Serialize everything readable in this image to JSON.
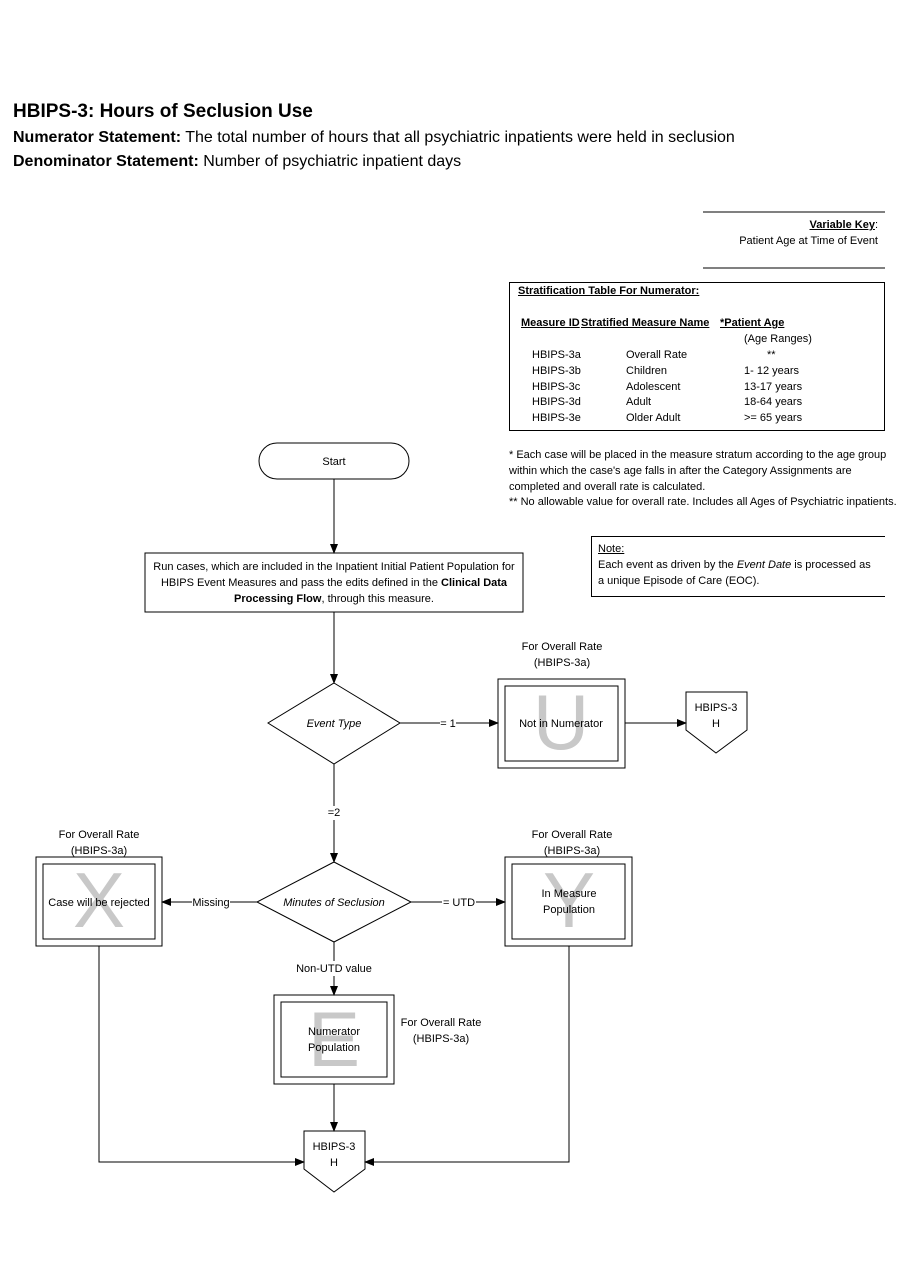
{
  "header": {
    "title": "HBIPS-3:  Hours of Seclusion Use",
    "numerator_label": "Numerator Statement:",
    "numerator_text": "The total number of hours that all psychiatric inpatients were held in seclusion",
    "denominator_label": "Denominator Statement:",
    "denominator_text": "Number of psychiatric inpatient days"
  },
  "variable_key": {
    "title": "Variable Key",
    "item": "Patient Age at Time of Event"
  },
  "stratification": {
    "title": "Stratification Table For Numerator:",
    "col_id": "Measure ID",
    "col_name": "Stratified Measure Name",
    "col_age": "*Patient Age",
    "col_age_sub": "(Age Ranges)",
    "rows": [
      {
        "id": "HBIPS-3a",
        "name": "Overall Rate",
        "age": "**"
      },
      {
        "id": "HBIPS-3b",
        "name": "Children",
        "age": "1- 12 years"
      },
      {
        "id": "HBIPS-3c",
        "name": "Adolescent",
        "age": "13-17 years"
      },
      {
        "id": "HBIPS-3d",
        "name": "Adult",
        "age": "18-64 years"
      },
      {
        "id": "HBIPS-3e",
        "name": "Older Adult",
        "age": ">= 65 years"
      }
    ]
  },
  "footnotes": {
    "line1": "* Each case will be placed in the measure stratum  according to the  age group",
    "line2": "within which the case's age falls in after the Category  Assignments are",
    "line3": "completed and overall rate is calculated.",
    "line4": "** No allowable value for overall rate. Includes all Ages of Psychiatric inpatients."
  },
  "note": {
    "title": "Note:",
    "line1_pre": "Each event as driven by the ",
    "line1_em": "Event Date",
    "line1_post": " is processed as",
    "line2": "a unique Episode of Care (EOC)."
  },
  "flow": {
    "start": "Start",
    "run_line1": "Run cases, which are included in the  Inpatient Initial Patient Population for",
    "run_line2a": "HBIPS Event Measures and pass the edits defined in the ",
    "run_line2b": "Clinical Data",
    "run_line3a": "Processing Flow",
    "run_line3b": ", through this measure.",
    "event_type": "Event Type",
    "eq1": "= 1",
    "eq2": "=2",
    "overall_line1": "For Overall Rate",
    "overall_line2": "(HBIPS-3a)",
    "not_numerator": "Not in Numerator",
    "letter_u": "U",
    "letter_x": "X",
    "letter_y": "Y",
    "letter_e": "E",
    "conn_line1": "HBIPS-3",
    "conn_line2": "H",
    "minutes": "Minutes of Seclusion",
    "missing": "Missing",
    "utd": "= UTD",
    "non_utd": "Non-UTD value",
    "rejected": "Case will be rejected",
    "in_measure1": "In Measure",
    "in_measure2": "Population",
    "numerator1": "Numerator",
    "numerator2": "Population"
  }
}
